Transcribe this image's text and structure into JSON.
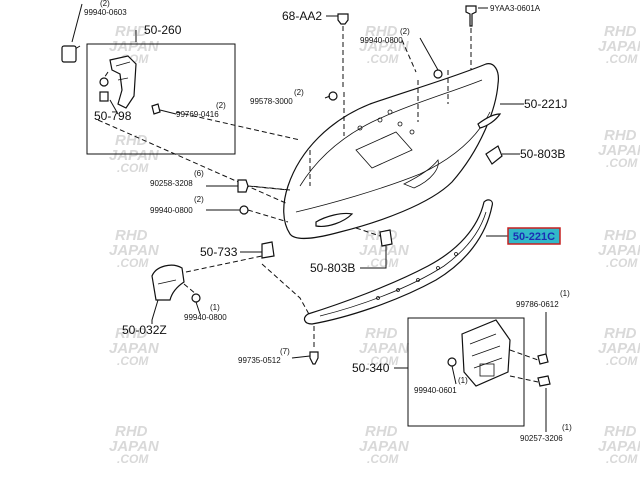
{
  "labels": {
    "p99940_0603": "99940-0603",
    "p99940_0603_qty": "(2)",
    "p68_AA2": "68-AA2",
    "p9YAA3": "9YAA3-0601A",
    "p50_260": "50-260",
    "p99940_0800_top": "99940-0800",
    "p99940_0800_top_qty": "(2)",
    "p50_798": "50-798",
    "p99769": "99769-0416",
    "p99769_qty": "(2)",
    "p99578": "99578-3000",
    "p99578_qty": "(2)",
    "p50_221J": "50-221J",
    "p50_803B_right": "50-803B",
    "p90258": "90258-3208",
    "p90258_qty": "(6)",
    "p99940_0800_mid": "99940-0800",
    "p99940_0800_mid_qty": "(2)",
    "p50_221C": "50-221C",
    "p50_733": "50-733",
    "p50_803B_left": "50-803B",
    "p99786": "99786-0612",
    "p99786_qty": "(1)",
    "p99940_0800_low": "99940-0800",
    "p99940_0800_low_qty": "(1)",
    "p50_032Z": "50-032Z",
    "p50_340": "50-340",
    "p99735": "99735-0512",
    "p99735_qty": "(7)",
    "p99940_0601": "99940-0601",
    "p99940_0601_qty": "(1)",
    "p90257": "90257-3206",
    "p90257_qty": "(1)"
  },
  "watermark": {
    "line1": "RHD",
    "line2": "JAPAN",
    "line3": ".COM"
  },
  "colors": {
    "highlight_fill": "#31b8c9",
    "highlight_border": "#c62020",
    "highlight_text": "#1c2fb3",
    "ink": "#111111"
  }
}
